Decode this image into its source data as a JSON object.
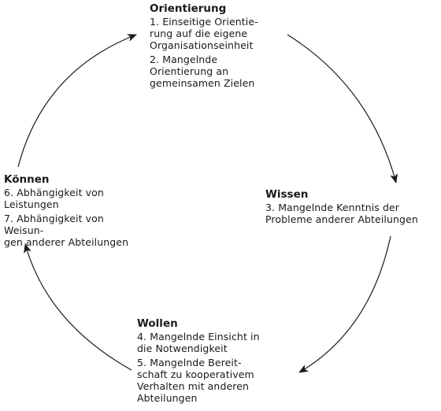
{
  "diagram": {
    "nodes": [
      {
        "title": "Orientierung",
        "items": [
          "1. Einseitige Orientie-\nrung auf die eigene\nOrganisationseinheit",
          "2. Mangelnde\nOrientierung an\ngemeinsamen Zielen"
        ]
      },
      {
        "title": "Wissen",
        "items": [
          "3. Mangelnde Kenntnis der\nProbleme anderer Abteilungen"
        ]
      },
      {
        "title": "Wollen",
        "items": [
          "4. Mangelnde Einsicht in\ndie Notwendigkeit",
          "5. Mangelnde Bereit-\nschaft zu kooperativem\nVerhalten mit anderen\nAbteilungen"
        ]
      },
      {
        "title": "Können",
        "items": [
          "6. Abhängigkeit von\nLeistungen",
          "7. Abhängigkeit von Weisun-\ngen anderer Abteilungen"
        ]
      }
    ],
    "cycle_order": [
      "Orientierung",
      "Wissen",
      "Wollen",
      "Können"
    ],
    "arrow_color": "#1a1a1a"
  }
}
